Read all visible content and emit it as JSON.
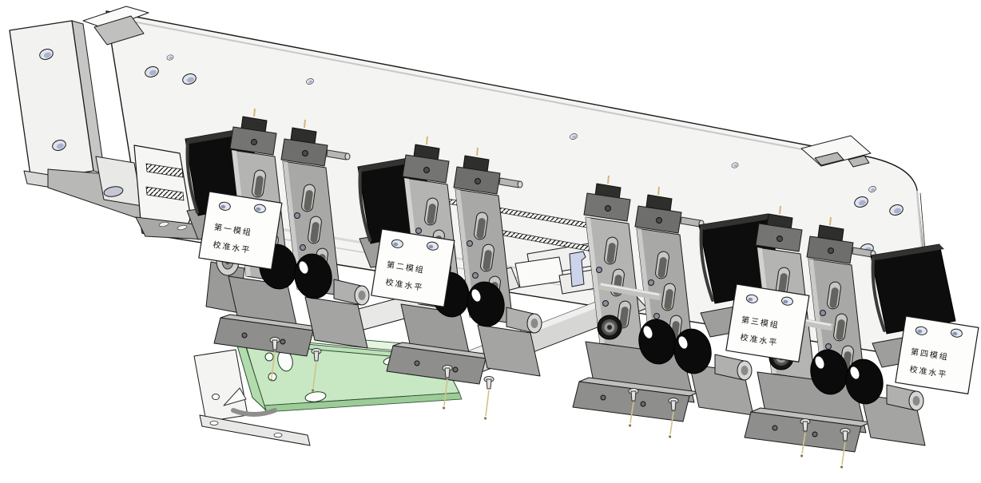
{
  "scene": {
    "background": "#ffffff",
    "view": "isometric CAD render"
  },
  "station_labels": [
    {
      "id": "station-1",
      "line1": "第一模组",
      "line2": "校准水平"
    },
    {
      "id": "station-2",
      "line1": "第二模组",
      "line2": "校准水平"
    },
    {
      "id": "station-3",
      "line1": "第三模组",
      "line2": "校准水平"
    },
    {
      "id": "station-4",
      "line1": "第四模组",
      "line2": "校准水平"
    }
  ],
  "palette": {
    "outline": "#1a1a1a",
    "plate_face": "#f4f4f2",
    "metal_light": "#d6d6d4",
    "metal_mid": "#a8a8a6",
    "metal_dark": "#6a6a68",
    "motor_black": "#0d0d0d",
    "roller_black": "#0a0a0a",
    "chute_green": "#c8e8c4",
    "hole_blue": "#dde2ee",
    "label_white": "#fdfdfc",
    "pin_tan": "#d2c28a",
    "carriage_lavender": "#ccd4ec"
  }
}
